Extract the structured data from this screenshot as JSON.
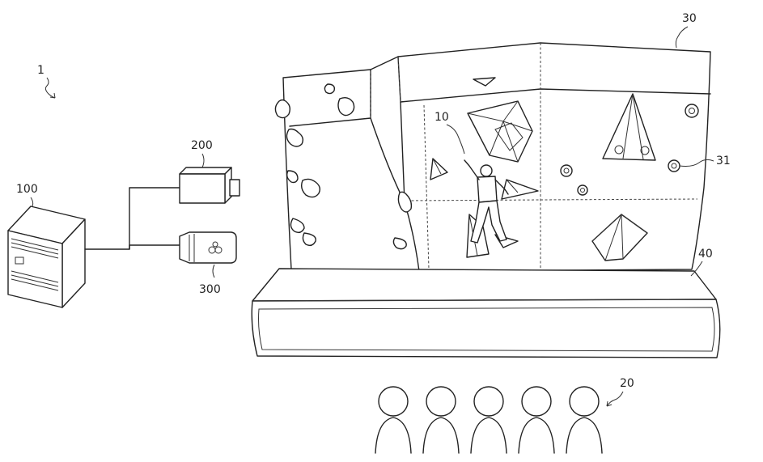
{
  "figure": {
    "refs": {
      "system": "1",
      "computer": "100",
      "camera": "200",
      "projector": "300",
      "climber": "10",
      "audience": "20",
      "wall": "30",
      "hold": "31",
      "screen": "40"
    }
  }
}
